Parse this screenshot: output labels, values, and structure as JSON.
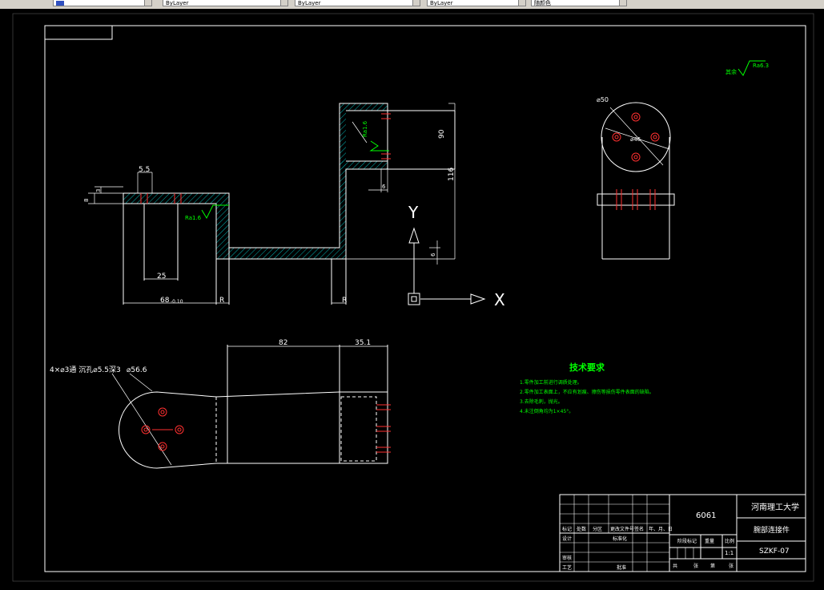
{
  "toolbar": {
    "dropdowns": [
      {
        "value": ""
      },
      {
        "value": "ByLayer"
      },
      {
        "value": "ByLayer"
      },
      {
        "value": "ByLayer"
      },
      {
        "value": "随颜色"
      }
    ]
  },
  "drawing": {
    "front_view": {
      "dims": {
        "d_5_5": "5.5",
        "d_3": "3",
        "d_8": "8",
        "d_25": "25",
        "d_68": "68",
        "d_68_tol": "-0.10",
        "d_r_left": "R",
        "d_r_right": "R",
        "d_116": "116",
        "d_90": "90",
        "d_6a": "6",
        "d_6b": "6",
        "rough1": "Ra1.6",
        "rough2": "Ra1.6"
      }
    },
    "axes": {
      "y_label": "Y",
      "x_label": "X"
    },
    "top_right_roughness": {
      "label": "其余",
      "value": "Ra6.3"
    },
    "side_view": {
      "dia_50": "⌀50",
      "dia_46": "⌀46"
    },
    "plan_view": {
      "note_holes": "4×⌀3通 沉孔⌀5.5深3",
      "dia_56_6": "⌀56.6",
      "d_82": "82",
      "d_35_1": "35.1"
    },
    "tech_req": {
      "title": "技术要求",
      "lines": [
        "1.零件加工前进行调质处理。",
        "2.零件加工表面上，不应有划痕、擦伤等损伤零件表面的缺陷。",
        "3.去除毛刺，抛光。",
        "4.未注倒角均为1×45°。"
      ]
    },
    "title_block": {
      "material": "6061",
      "school": "河南理工大学",
      "part_name": "腕部连接件",
      "drawing_no": "SZKF-07",
      "scale_label": "比例",
      "scale_value": "1:1",
      "weight_label": "重量",
      "stage_label": "阶段标记",
      "row_labels": [
        "标记",
        "处数",
        "分区",
        "更改文件号",
        "签名",
        "年、月、日"
      ],
      "design_label": "设计",
      "std_label": "标准化",
      "review_label": "审核",
      "process_label": "工艺",
      "approve_label": "批准",
      "sheets_total": "共",
      "sheets_label": "张",
      "sheet_no": "第",
      "sheet_label": "张"
    }
  }
}
